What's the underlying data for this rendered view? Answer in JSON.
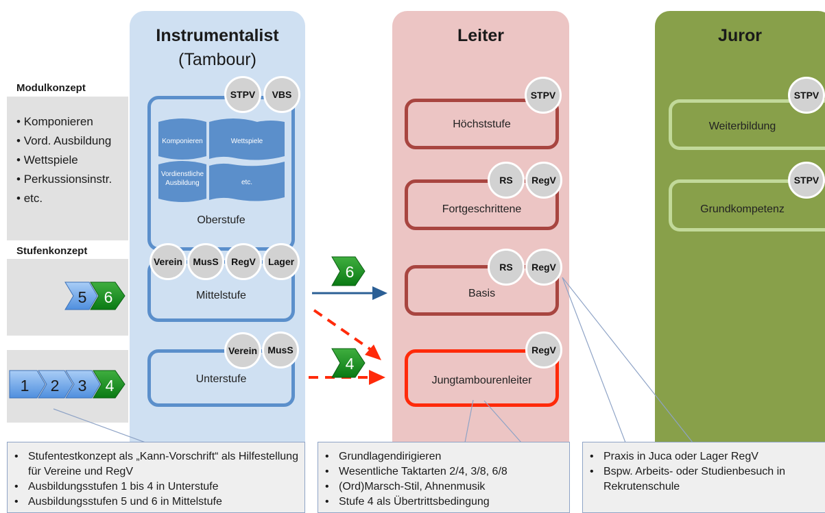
{
  "columns": {
    "instrumentalist": {
      "title": "Instrumentalist",
      "subtitle": "(Tambour)"
    },
    "leiter": {
      "title": "Leiter"
    },
    "juror": {
      "title": "Juror"
    }
  },
  "side": {
    "modul_heading": "Modulkonzept",
    "modul_items": [
      "Komponieren",
      "Vord. Ausbildung",
      "Wettspiele",
      "Perkussionsinstr.",
      "etc."
    ],
    "stufen_heading": "Stufenkonzept",
    "stufen_chevrons": [
      "5",
      "6"
    ],
    "unter_chevrons": [
      "1",
      "2",
      "3",
      "4"
    ]
  },
  "instrumentalist_levels": {
    "oberstufe": {
      "label": "Oberstufe",
      "badges": [
        "STPV",
        "VBS"
      ],
      "modules": [
        "Komponieren",
        "Wettspiele",
        "Vordienstliche Ausbildung",
        "etc."
      ]
    },
    "mittelstufe": {
      "label": "Mittelstufe",
      "badges": [
        "Verein",
        "MusS",
        "RegV",
        "Lager"
      ]
    },
    "unterstufe": {
      "label": "Unterstufe",
      "badges": [
        "Verein",
        "MusS"
      ]
    }
  },
  "leiter_levels": {
    "hoechststufe": {
      "label": "Höchststufe",
      "badges": [
        "STPV"
      ]
    },
    "fortgeschrittene": {
      "label": "Fortgeschrittene",
      "badges": [
        "RS",
        "RegV"
      ]
    },
    "basis": {
      "label": "Basis",
      "badges": [
        "RS",
        "RegV"
      ]
    },
    "jungtambourenleiter": {
      "label": "Jungtambourenleiter",
      "badges": [
        "RegV"
      ]
    }
  },
  "juror_levels": {
    "weiterbildung": {
      "label": "Weiterbildung",
      "badges": [
        "STPV"
      ]
    },
    "grundkompetenz": {
      "label": "Grundkompetenz",
      "badges": [
        "STPV"
      ]
    }
  },
  "transitions": {
    "to_basis": "6",
    "to_jungtambourenleiter": "4"
  },
  "notes": {
    "left": [
      "Stufentestkonzept als „Kann-Vorschrift“ als Hilfestellung für Vereine und RegV",
      "Ausbildungsstufen 1 bis 4 in Unterstufe",
      "Ausbildungsstufen 5 und 6 in Mittelstufe"
    ],
    "middle": [
      "Grundlagendirigieren",
      "Wesentliche Taktarten 2/4, 3/8, 6/8",
      "(Ord)Marsch-Stil, Ahnenmusik",
      "Stufe 4 als Übertrittsbedingung"
    ],
    "right": [
      "Praxis in Juca oder Lager RegV",
      "Bspw. Arbeits- oder Studienbesuch in Rekrutenschule"
    ]
  },
  "colors": {
    "blue_col": "#cfe0f2",
    "red_col": "#ecc5c4",
    "green_col": "#88a04a",
    "blue_border": "#5b8fcb",
    "red_border": "#a84540",
    "bright_red": "#ff2a0a",
    "green_border": "#c2d99a",
    "arrow_blue": "#2b5f95"
  }
}
